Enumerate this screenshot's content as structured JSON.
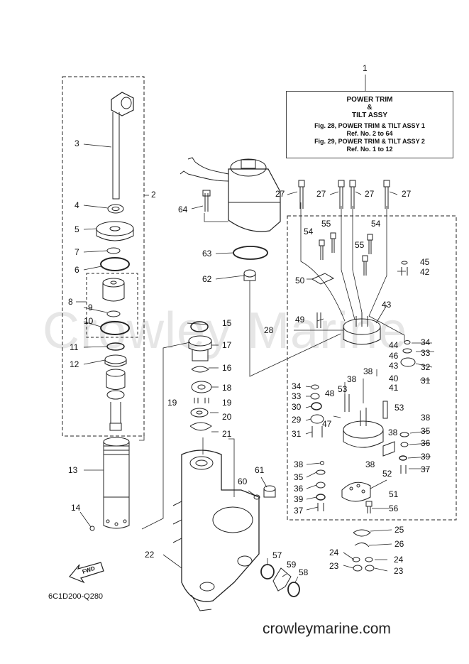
{
  "info_box": {
    "line1": "POWER TRIM",
    "line2": "&",
    "line3": "TILT ASSY",
    "line4": "Fig. 28, POWER TRIM & TILT ASSY 1",
    "line5": "Ref. No. 2 to 64",
    "line6": "Fig. 29, POWER TRIM & TILT ASSY 2",
    "line7": "Ref. No. 1 to 12"
  },
  "watermark": "Crowley Marine",
  "footer": "crowleymarine.com",
  "diagram_code": "6C1D200-Q280",
  "fwd_label": "FWD",
  "labels": {
    "r1": "1",
    "r2": "2",
    "r3": "3",
    "r4": "4",
    "r5": "5",
    "r6": "6",
    "r7": "7",
    "r8": "8",
    "r9": "9",
    "r10": "10",
    "r11": "11",
    "r12": "12",
    "r13": "13",
    "r14": "14",
    "r15": "15",
    "r16": "16",
    "r17": "17",
    "r18": "18",
    "r19a": "19",
    "r19b": "19",
    "r20": "20",
    "r21": "21",
    "r22": "22",
    "r23a": "23",
    "r23b": "23",
    "r24a": "24",
    "r24b": "24",
    "r25": "25",
    "r26": "26",
    "r27a": "27",
    "r27b": "27",
    "r27c": "27",
    "r27d": "27",
    "r28": "28",
    "r29": "29",
    "r30": "30",
    "r31a": "31",
    "r31b": "31",
    "r32": "32",
    "r33a": "33",
    "r33b": "33",
    "r34a": "34",
    "r34b": "34",
    "r35a": "35",
    "r35b": "35",
    "r36a": "36",
    "r36b": "36",
    "r37a": "37",
    "r37b": "37",
    "r38a": "38",
    "r38b": "38",
    "r38c": "38",
    "r38d": "38",
    "r38e": "38",
    "r38f": "38",
    "r39a": "39",
    "r39b": "39",
    "r40": "40",
    "r41": "41",
    "r42": "42",
    "r43a": "43",
    "r43b": "43",
    "r44": "44",
    "r45": "45",
    "r46": "46",
    "r47": "47",
    "r48": "48",
    "r49": "49",
    "r50": "50",
    "r51": "51",
    "r52": "52",
    "r53a": "53",
    "r53b": "53",
    "r54a": "54",
    "r54b": "54",
    "r55a": "55",
    "r55b": "55",
    "r56": "56",
    "r57": "57",
    "r58": "58",
    "r59": "59",
    "r60": "60",
    "r61": "61",
    "r62": "62",
    "r63": "63",
    "r64": "64"
  }
}
